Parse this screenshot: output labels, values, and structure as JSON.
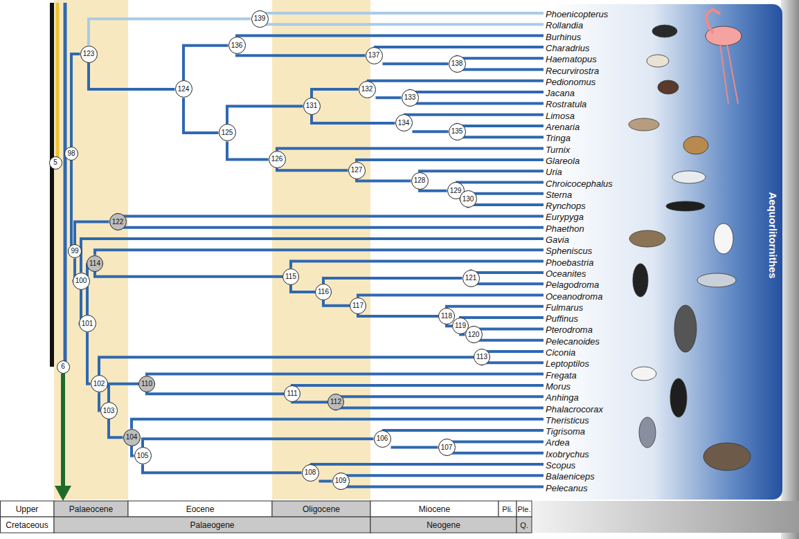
{
  "diagram": {
    "nodes": [
      {
        "text": [
          "5"
        ]
      },
      {
        "text": [
          "98"
        ]
      },
      {
        "text": [
          "123"
        ]
      },
      {
        "text": [
          "139"
        ]
      },
      {
        "text": [
          "124"
        ]
      },
      {
        "text": [
          "136"
        ]
      },
      {
        "text": [
          "137"
        ]
      },
      {
        "text": [
          "138"
        ]
      },
      {
        "text": [
          "125"
        ]
      },
      {
        "text": [
          "131"
        ]
      },
      {
        "text": [
          "132"
        ]
      },
      {
        "text": [
          "133"
        ]
      },
      {
        "text": [
          "134"
        ]
      },
      {
        "text": [
          "135"
        ]
      },
      {
        "text": [
          "126"
        ]
      },
      {
        "text": [
          "127"
        ]
      },
      {
        "text": [
          "128"
        ]
      },
      {
        "text": [
          "129"
        ]
      },
      {
        "text": [
          "130"
        ]
      },
      {
        "text": [
          "99"
        ]
      },
      {
        "text": [
          "122"
        ]
      },
      {
        "text": [
          "100"
        ]
      },
      {
        "text": [
          "101"
        ]
      },
      {
        "text": [
          "114"
        ]
      },
      {
        "text": [
          "115"
        ]
      },
      {
        "text": [
          "116"
        ]
      },
      {
        "text": [
          "121"
        ]
      },
      {
        "text": [
          "117"
        ]
      },
      {
        "text": [
          "118"
        ]
      },
      {
        "text": [
          "119"
        ]
      },
      {
        "text": [
          "120"
        ]
      },
      {
        "text": [
          "102"
        ]
      },
      {
        "text": [
          "113"
        ]
      },
      {
        "text": [
          "103"
        ]
      },
      {
        "text": [
          "110"
        ]
      },
      {
        "text": [
          "111"
        ]
      },
      {
        "text": [
          "112"
        ]
      },
      {
        "text": [
          "104"
        ]
      },
      {
        "text": [
          "105"
        ]
      },
      {
        "text": [
          "106"
        ]
      },
      {
        "text": [
          "107"
        ]
      },
      {
        "text": [
          "108"
        ]
      },
      {
        "text": [
          "109"
        ]
      },
      {
        "text": [
          "6"
        ]
      }
    ],
    "edges": [
      {
        "from": 1,
        "to": 2,
        "arrow": "none"
      },
      {
        "from": 1,
        "to": 19,
        "arrow": "none"
      },
      {
        "from": 2,
        "to": 3,
        "arrow": "none"
      },
      {
        "from": 2,
        "to": 4,
        "arrow": "none"
      },
      {
        "from": 4,
        "to": 5,
        "arrow": "none"
      },
      {
        "from": 5,
        "to": 6,
        "arrow": "none"
      },
      {
        "from": 6,
        "to": 7,
        "arrow": "none"
      },
      {
        "from": 4,
        "to": 8,
        "arrow": "none"
      },
      {
        "from": 8,
        "to": 9,
        "arrow": "none"
      },
      {
        "from": 9,
        "to": 10,
        "arrow": "none"
      },
      {
        "from": 10,
        "to": 11,
        "arrow": "none"
      },
      {
        "from": 9,
        "to": 12,
        "arrow": "none"
      },
      {
        "from": 12,
        "to": 13,
        "arrow": "none"
      },
      {
        "from": 8,
        "to": 14,
        "arrow": "none"
      },
      {
        "from": 14,
        "to": 15,
        "arrow": "none"
      },
      {
        "from": 15,
        "to": 16,
        "arrow": "none"
      },
      {
        "from": 16,
        "to": 17,
        "arrow": "none"
      },
      {
        "from": 17,
        "to": 18,
        "arrow": "none"
      },
      {
        "from": 19,
        "to": 20,
        "arrow": "none"
      },
      {
        "from": 19,
        "to": 21,
        "arrow": "none"
      },
      {
        "from": 21,
        "to": 22,
        "arrow": "none"
      },
      {
        "from": 22,
        "to": 23,
        "arrow": "none"
      },
      {
        "from": 23,
        "to": 24,
        "arrow": "none"
      },
      {
        "from": 24,
        "to": 25,
        "arrow": "none"
      },
      {
        "from": 25,
        "to": 26,
        "arrow": "none"
      },
      {
        "from": 25,
        "to": 27,
        "arrow": "none"
      },
      {
        "from": 27,
        "to": 28,
        "arrow": "none"
      },
      {
        "from": 28,
        "to": 29,
        "arrow": "none"
      },
      {
        "from": 29,
        "to": 30,
        "arrow": "none"
      },
      {
        "from": 22,
        "to": 31,
        "arrow": "none"
      },
      {
        "from": 31,
        "to": 32,
        "arrow": "none"
      },
      {
        "from": 31,
        "to": 33,
        "arrow": "none"
      },
      {
        "from": 33,
        "to": 34,
        "arrow": "none"
      },
      {
        "from": 34,
        "to": 35,
        "arrow": "none"
      },
      {
        "from": 35,
        "to": 36,
        "arrow": "none"
      },
      {
        "from": 33,
        "to": 37,
        "arrow": "none"
      },
      {
        "from": 37,
        "to": 38,
        "arrow": "none"
      },
      {
        "from": 38,
        "to": 39,
        "arrow": "none"
      },
      {
        "from": 39,
        "to": 40,
        "arrow": "none"
      },
      {
        "from": 38,
        "to": 41,
        "arrow": "none"
      },
      {
        "from": 41,
        "to": 42,
        "arrow": "none"
      }
    ],
    "labels": [
      "Phoenicopterus",
      "Rollandia",
      "Burhinus",
      "Charadrius",
      "Haematopus",
      "Recurvirostra",
      "Pedionomus",
      "Jacana",
      "Rostratula",
      "Limosa",
      "Arenaria",
      "Tringa",
      "Turnix",
      "Glareola",
      "Uria",
      "Chroicocephalus",
      "Sterna",
      "Rynchops",
      "Eurypyga",
      "Phaethon",
      "Gavia",
      "Spheniscus",
      "Phoebastria",
      "Oceanites",
      "Pelagodroma",
      "Oceanodroma",
      "Fulmarus",
      "Puffinus",
      "Pterodroma",
      "Pelecanoides",
      "Ciconia",
      "Leptoptilos",
      "Fregata",
      "Morus",
      "Anhinga",
      "Phalacrocorax",
      "Theristicus",
      "Tigrisoma",
      "Ardea",
      "Ixobrychus",
      "Scopus",
      "Balaeniceps",
      "Pelecanus",
      "Upper",
      "Palaeocene",
      "Eocene",
      "Oligocene",
      "Miocene",
      "Pli.",
      "Ple.",
      "Cretaceous",
      "Palaeogene",
      "Neogene",
      "Q.",
      "Aequorlitornithes"
    ]
  }
}
